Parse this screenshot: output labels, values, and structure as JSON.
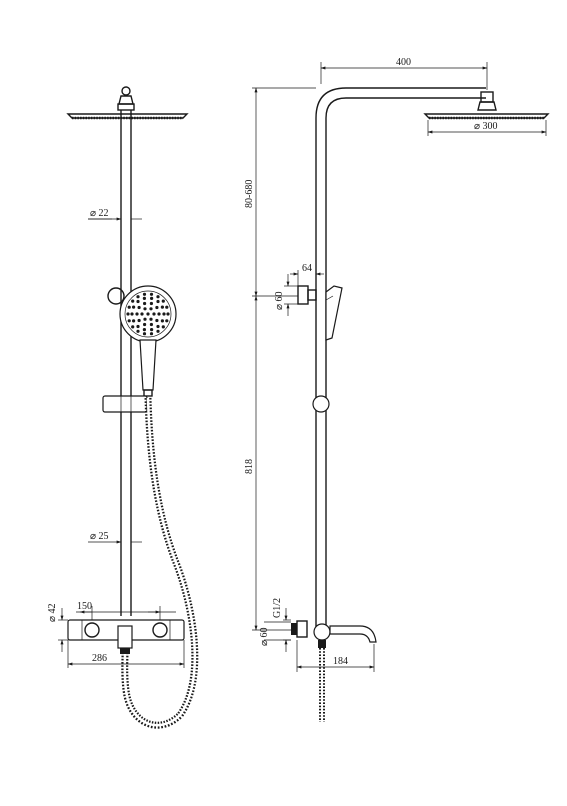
{
  "dimensions": {
    "pipe_upper_diameter": "22",
    "pipe_lower_diameter": "25",
    "valve_body_diameter": "42",
    "inlet_spacing": "150",
    "valve_width": "286",
    "arm_reach": "400",
    "head_diameter": "300",
    "height_adjust": "80-680",
    "holder_offset": "64",
    "holder_diameter": "60",
    "slide_height": "818",
    "thread_size": "G1/2",
    "escutcheon_diameter": "60",
    "spout_reach": "184"
  }
}
